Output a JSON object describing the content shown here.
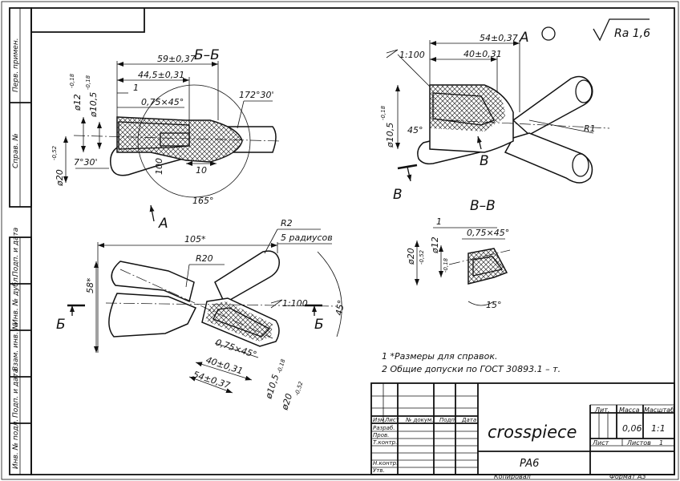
{
  "sheet": {
    "surface_finish": "Ra 1,6",
    "notes": [
      "1  *Размеры для справок.",
      "2  Общие допуски по ГОСТ 30893.1 – т."
    ]
  },
  "side_stamp": [
    "Перв. примен.",
    "Справ. №",
    "Подп. и дата",
    "Инв. № дубл.",
    "Взам. инв. №",
    "Подп. и дата",
    "Инв. № подл."
  ],
  "views": {
    "section_bb": {
      "title": "Б–Б",
      "dims": [
        "59±0,37",
        "44,5±0,31",
        "1",
        "0,75×45°",
        "172°30'",
        "10",
        "165°",
        "7°30'",
        "100",
        "ø12",
        "-0,18",
        "ø10,5",
        "-0,18",
        "ø20",
        "-0,52"
      ]
    },
    "view_a": {
      "title": "А",
      "dims": [
        "54±0,37",
        "40±0,31",
        "1:100",
        "45°",
        "R1",
        "ø10,5",
        "-0,18"
      ],
      "cut_label": "В"
    },
    "section_vv": {
      "title": "В–В",
      "dims": [
        "1",
        "0,75×45°",
        "15°",
        "ø20",
        "-0,52",
        "ø12",
        "-0,18"
      ]
    },
    "plan": {
      "dims": [
        "105*",
        "R20",
        "R2",
        "5 радиусов",
        "58*",
        "1:100",
        "45°",
        "0,75×45°",
        "40±0,31",
        "54±0,37",
        "ø10,5",
        "-0,18",
        "ø20",
        "-0,52"
      ],
      "cut_label": "Б",
      "arrow_label": "А"
    }
  },
  "title_block": {
    "name": "crosspiece",
    "material": "PA6",
    "lit_header": "Лит.",
    "mass_header": "Масса",
    "scale_header": "Масштаб",
    "mass": "0,06",
    "scale": "1:1",
    "sheet_label": "Лист",
    "sheets_label": "Листов",
    "sheets_count": "1",
    "col_headers": [
      "Изм.",
      "Лист",
      "№ докум.",
      "Подп.",
      "Дата"
    ],
    "rows": [
      "Разраб.",
      "Пров.",
      "Т.контр.",
      "",
      "Н.контр.",
      "Утв."
    ],
    "copied": "Копировал",
    "format": "Формат  А3"
  }
}
